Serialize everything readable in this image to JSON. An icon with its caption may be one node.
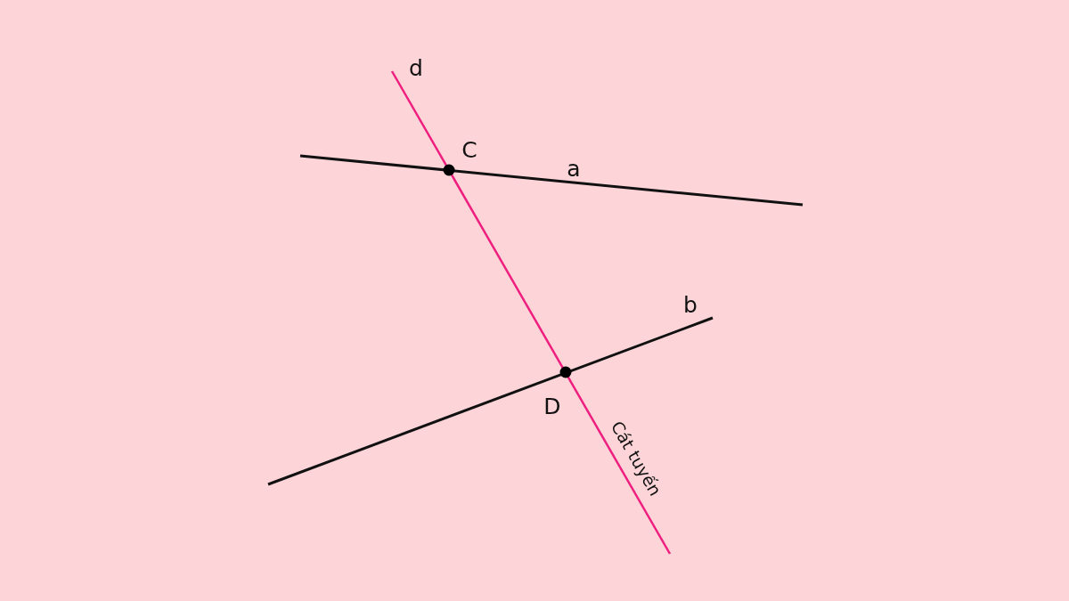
{
  "diagram": {
    "labels": [
      "d",
      "C",
      "a",
      "b",
      "D",
      "Cát tuyến"
    ]
  }
}
